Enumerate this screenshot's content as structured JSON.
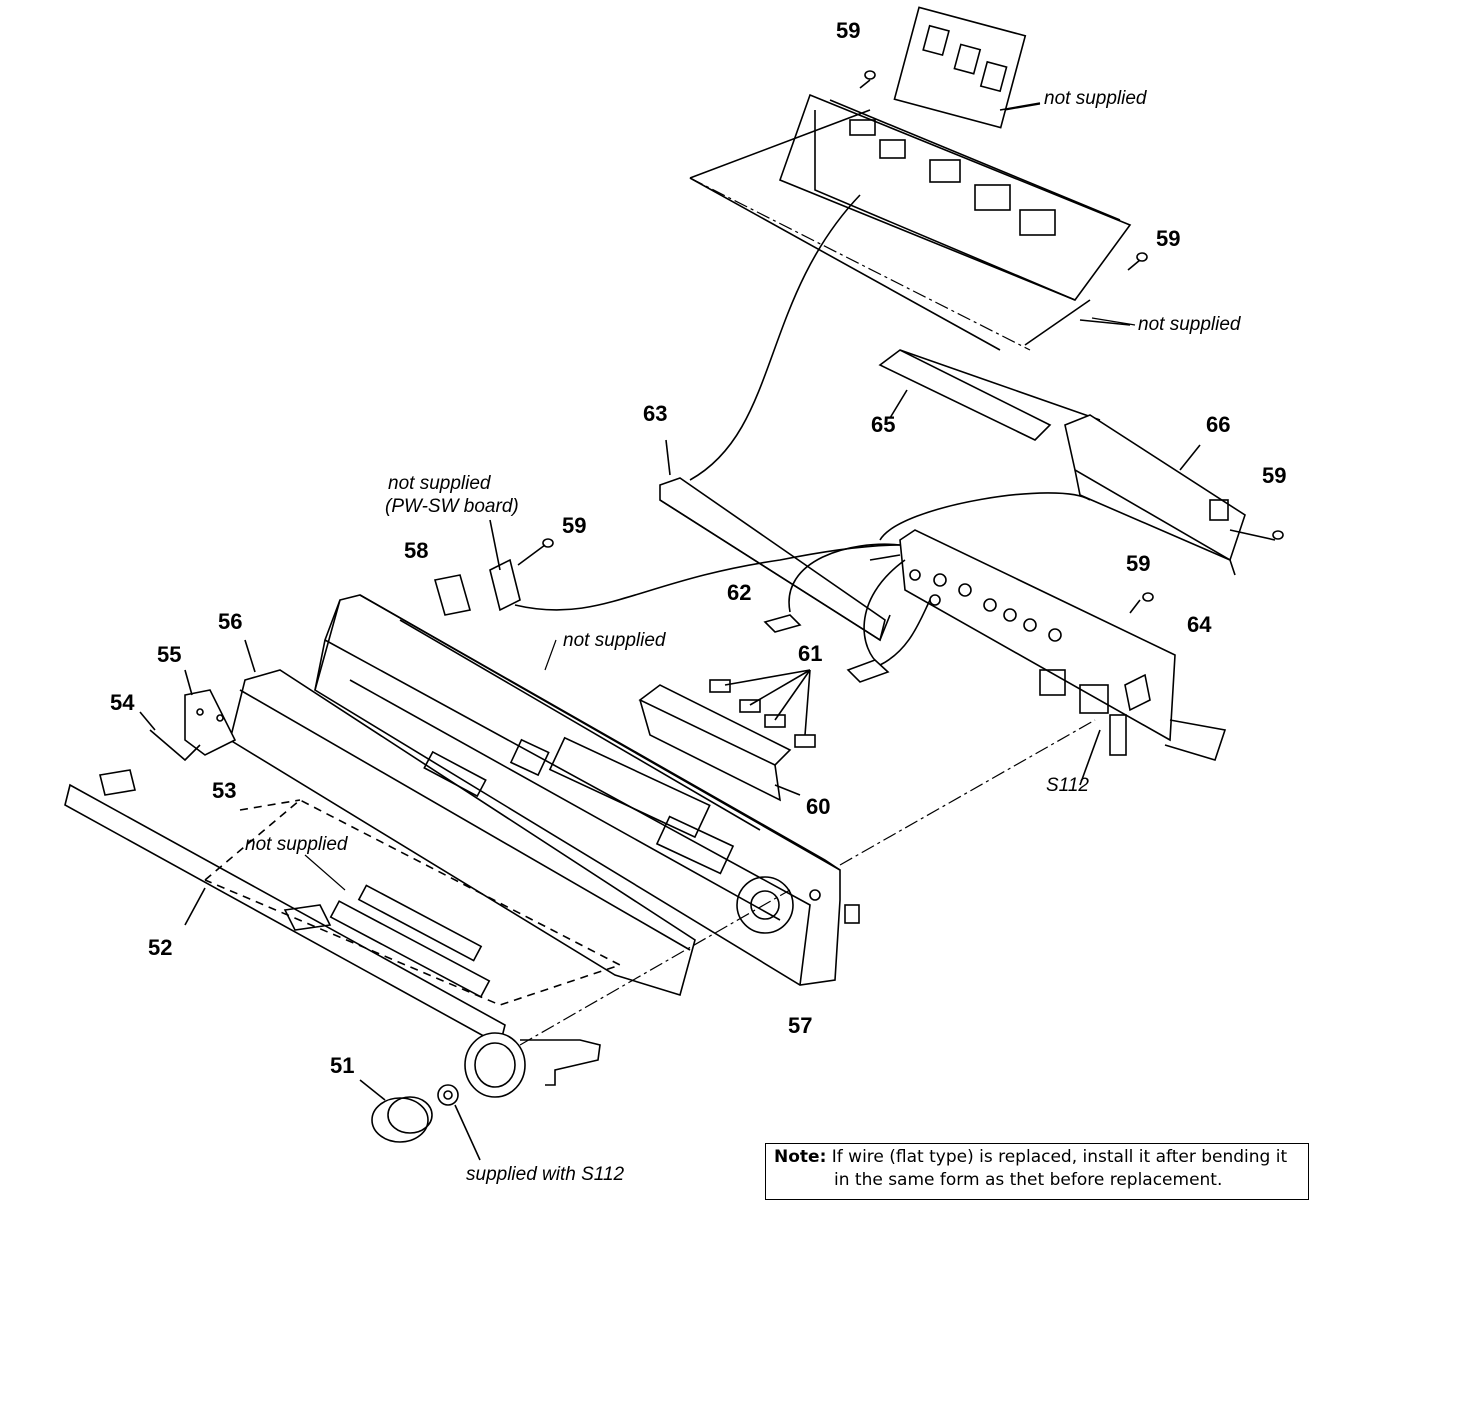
{
  "callouts": [
    {
      "id": "c51",
      "text": "51"
    },
    {
      "id": "c52",
      "text": "52"
    },
    {
      "id": "c53",
      "text": "53"
    },
    {
      "id": "c54",
      "text": "54"
    },
    {
      "id": "c55",
      "text": "55"
    },
    {
      "id": "c56",
      "text": "56"
    },
    {
      "id": "c57",
      "text": "57"
    },
    {
      "id": "c58",
      "text": "58"
    },
    {
      "id": "c59a",
      "text": "59"
    },
    {
      "id": "c59b",
      "text": "59"
    },
    {
      "id": "c59c",
      "text": "59"
    },
    {
      "id": "c59d",
      "text": "59"
    },
    {
      "id": "c59e",
      "text": "59"
    },
    {
      "id": "c60",
      "text": "60"
    },
    {
      "id": "c61",
      "text": "61"
    },
    {
      "id": "c62",
      "text": "62"
    },
    {
      "id": "c63",
      "text": "63"
    },
    {
      "id": "c64",
      "text": "64"
    },
    {
      "id": "c65",
      "text": "65"
    },
    {
      "id": "c66",
      "text": "66"
    }
  ],
  "annotations": {
    "not_supplied_1": "not supplied",
    "not_supplied_2": "not supplied",
    "not_supplied_pw_line1": "not supplied",
    "not_supplied_pw_line2": "(PW-SW board)",
    "not_supplied_3": "not supplied",
    "not_supplied_4": "not supplied",
    "s112": "S112",
    "supplied_with": "supplied with S112"
  },
  "note": {
    "lead": "Note:",
    "line1": "If wire (flat type) is replaced, install it after bending it",
    "line2": "in the same form as thet before replacement."
  }
}
